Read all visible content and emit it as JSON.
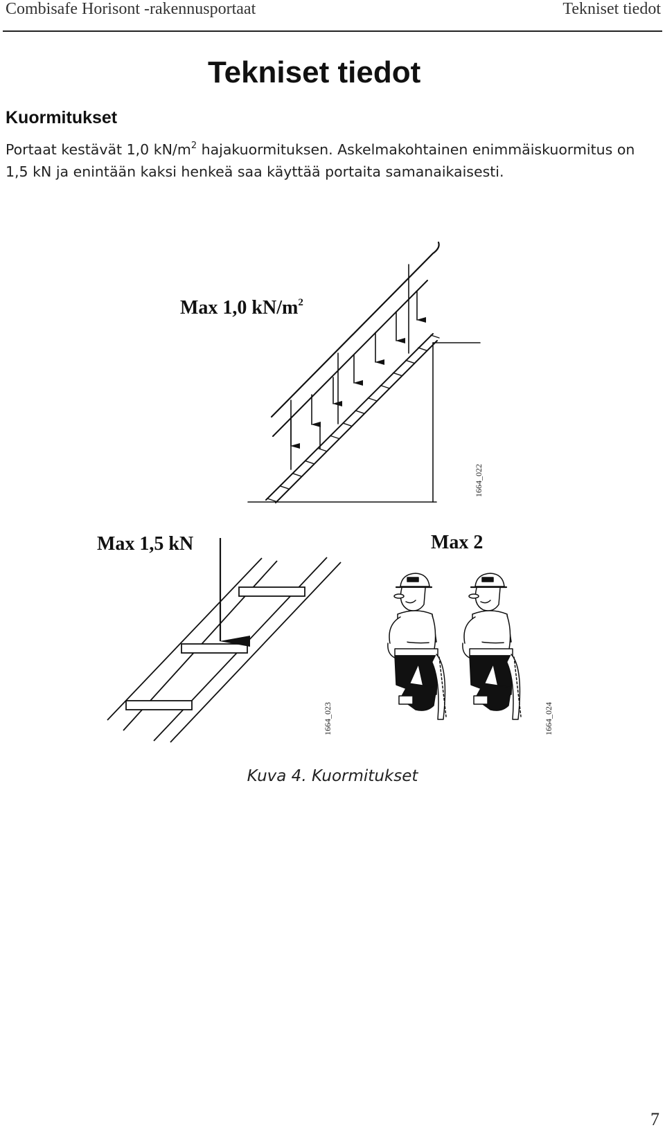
{
  "header": {
    "left": "Combisafe Horisont -rakennusportaat",
    "right": "Tekniset tiedot"
  },
  "title": "Tekniset tiedot",
  "section_heading": "Kuormitukset",
  "paragraph": {
    "before_sup": "Portaat kestävät 1,0 kN/m",
    "sup": "2",
    "after_sup": " hajakuormituksen. Askelmakohtainen enimmäiskuormitus on 1,5 kN ja enintään kaksi henkeä saa käyttää portaita samanaikaisesti."
  },
  "figure": {
    "stair": {
      "label_main": "Max 1,0 kN/m",
      "label_sup": "2",
      "code": "1664_022"
    },
    "step": {
      "label": "Max 1,5 kN",
      "code": "1664_023"
    },
    "persons": {
      "label": "Max 2",
      "code": "1664_024"
    },
    "caption": "Kuva 4. Kuormitukset"
  },
  "page_number": "7",
  "colors": {
    "ink": "#1a1a1a",
    "header_text": "#333333"
  }
}
